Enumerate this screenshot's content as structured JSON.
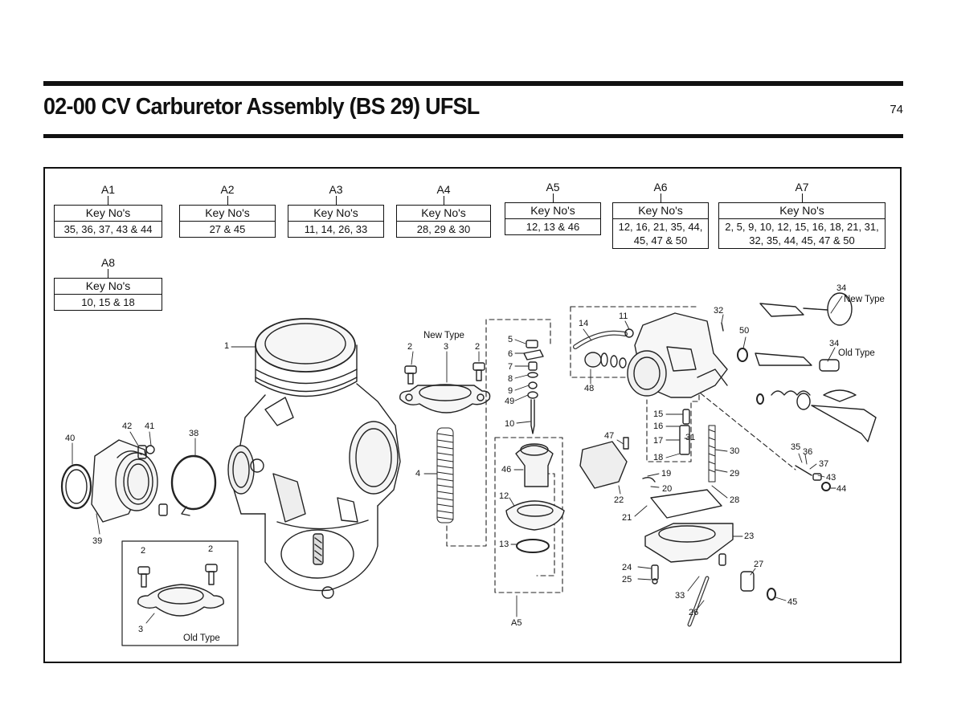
{
  "header": {
    "title": "02-00 CV Carburetor Assembly (BS 29) UFSL",
    "page_number": "74"
  },
  "kits": [
    {
      "name": "A1",
      "head": "Key No's",
      "keys": "35, 36, 37, 43 & 44"
    },
    {
      "name": "A2",
      "head": "Key No's",
      "keys": "27 & 45"
    },
    {
      "name": "A3",
      "head": "Key No's",
      "keys": "11, 14, 26, 33"
    },
    {
      "name": "A4",
      "head": "Key No's",
      "keys": "28, 29 & 30"
    },
    {
      "name": "A5",
      "head": "Key No's",
      "keys": "12, 13 & 46"
    },
    {
      "name": "A6",
      "head": "Key No's",
      "keys": "12, 16, 21, 35, 44, 45, 47 & 50"
    },
    {
      "name": "A7",
      "head": "Key No's",
      "keys": "2, 5, 9, 10, 12, 15, 16, 18, 21, 31, 32, 35, 44, 45, 47 & 50"
    },
    {
      "name": "A8",
      "head": "Key No's",
      "keys": "10, 15 & 18"
    }
  ],
  "callouts": {
    "n1": "1",
    "n2a": "2",
    "n2b": "2",
    "n2c": "2",
    "n2d": "2",
    "n3a": "3",
    "n3b": "3",
    "n4": "4",
    "n5": "5",
    "n6": "6",
    "n7": "7",
    "n8": "8",
    "n9": "9",
    "n10": "10",
    "n11": "11",
    "n12": "12",
    "n13": "13",
    "n14": "14",
    "n15": "15",
    "n16": "16",
    "n17": "17",
    "n18": "18",
    "n19": "19",
    "n20": "20",
    "n21": "21",
    "n22": "22",
    "n23": "23",
    "n24": "24",
    "n25": "25",
    "n26": "26",
    "n27": "27",
    "n28": "28",
    "n29": "29",
    "n30": "30",
    "n31": "31",
    "n32": "32",
    "n33": "33",
    "n34a": "34",
    "n34b": "34",
    "n35": "35",
    "n36": "36",
    "n37": "37",
    "n38": "38",
    "n39": "39",
    "n40": "40",
    "n41": "41",
    "n42": "42",
    "n43": "43",
    "n44": "44",
    "n45": "45",
    "n46": "46",
    "n47": "47",
    "n48": "48",
    "n49": "49",
    "n50": "50",
    "a5_group": "A5"
  },
  "variants": {
    "new_type_center": "New Type",
    "new_type_choke": "New Type",
    "old_type_choke": "Old Type",
    "old_type_inset": "Old Type"
  }
}
